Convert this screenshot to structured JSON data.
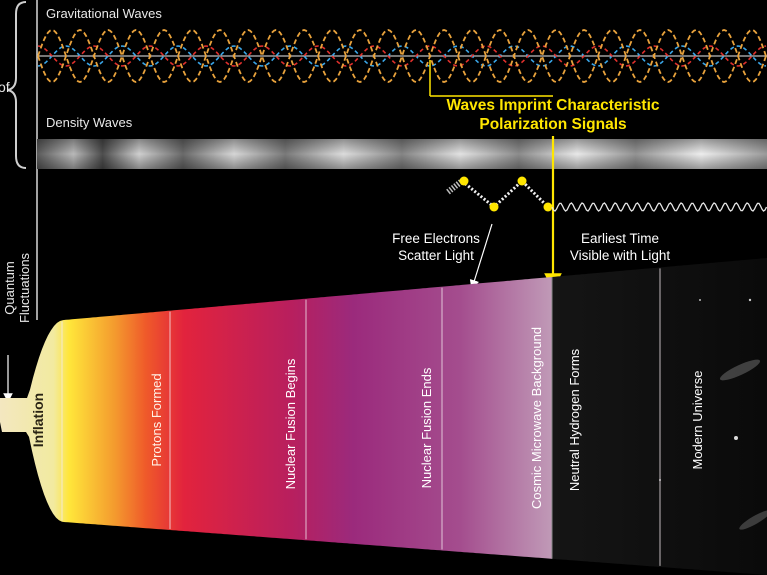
{
  "labels": {
    "gravitational_waves": "Gravitational Waves",
    "density_waves": "Density Waves",
    "bracket_fragment": "of",
    "imprint_line1": "Waves Imprint Characteristic",
    "imprint_line2": "Polarization Signals",
    "free_electrons_line1": "Free Electrons",
    "free_electrons_line2": "Scatter Light",
    "earliest_line1": "Earliest Time",
    "earliest_line2": "Visible with Light",
    "quantum_line1": "Quantum",
    "quantum_line2": "Fluctuations"
  },
  "eras": [
    {
      "label": "Inflation",
      "color": "#e9d9a6"
    },
    {
      "label": "Protons Formed",
      "color": "#f4a13a"
    },
    {
      "label": "Nuclear Fusion Begins",
      "color": "#c21f5a"
    },
    {
      "label": "Nuclear Fusion Ends",
      "color": "#963a83"
    },
    {
      "label": "Cosmic Microwave Background",
      "color": "#b98bb0"
    },
    {
      "label": "Neutral Hydrogen Forms",
      "color": "#141414"
    },
    {
      "label": "Modern Universe",
      "color": "#0c0c0c"
    }
  ],
  "colors": {
    "highlight": "#ffe600",
    "wave_orange": "#e8a23c",
    "wave_blue": "#3aa6e8",
    "wave_red": "#e0302c"
  }
}
